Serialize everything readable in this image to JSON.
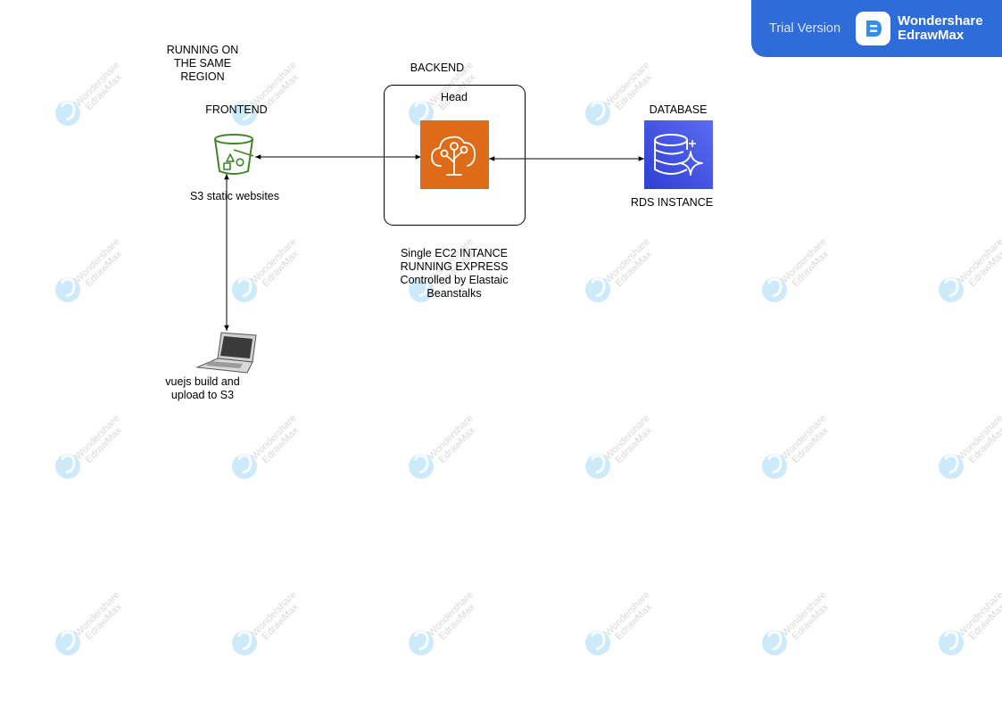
{
  "watermark": {
    "badge_label": "Trial Version",
    "brand_line1": "Wondershare",
    "brand_line2": "EdrawMax",
    "tile_text_1": "Wondershare",
    "tile_text_2": "EdrawMax"
  },
  "diagram": {
    "region_note": "RUNNING ON\nTHE SAME\nREGION",
    "frontend_title": "FRONTEND",
    "frontend_caption": "S3 static websites",
    "backend_title": "BACKEND",
    "backend_group_label": "Head",
    "backend_caption": "Single EC2 INTANCE\nRUNNING EXPRESS\nControlled by Elastaic\nBeanstalks",
    "database_title": "DATABASE",
    "database_caption": "RDS INSTANCE",
    "client_caption": "vuejs build and\nupload to S3"
  },
  "colors": {
    "s3_green": "#3f8624",
    "beanstalk_orange": "#dd6b17",
    "rds_blue_top": "#2f3fd1",
    "rds_blue_bottom": "#5a6cf2",
    "badge_blue": "#2e6cd9",
    "watermark_blue": "#35a8f0"
  },
  "icons": {
    "frontend": "s3-bucket-icon",
    "backend": "elastic-beanstalk-icon",
    "database": "rds-database-icon",
    "client": "laptop-icon"
  }
}
